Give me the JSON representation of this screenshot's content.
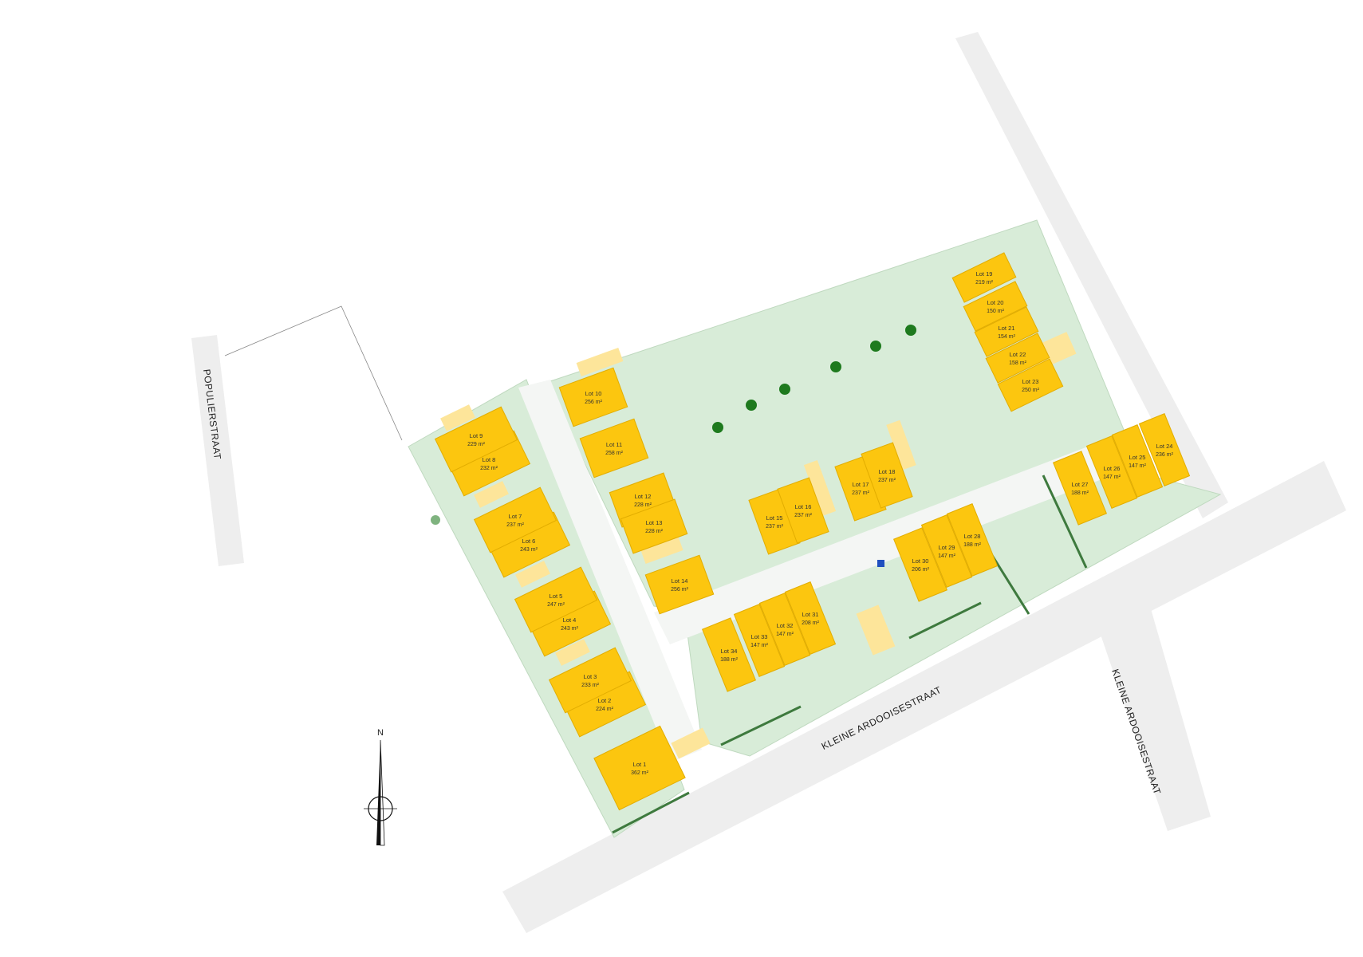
{
  "streets": [
    {
      "id": "populierstraat",
      "name": "POPULIERSTRAAT"
    },
    {
      "id": "kleine-ardooisestraat-main",
      "name": "KLEINE ARDOOISESTRAAT"
    },
    {
      "id": "kleine-ardooisestraat-side",
      "name": "KLEINE ARDOOISESTRAAT"
    }
  ],
  "compass": {
    "label": "N"
  },
  "lots": [
    {
      "name": "Lot 1",
      "area": "362 m²"
    },
    {
      "name": "Lot 2",
      "area": "224 m²"
    },
    {
      "name": "Lot 3",
      "area": "233 m²"
    },
    {
      "name": "Lot 4",
      "area": "243 m²"
    },
    {
      "name": "Lot 5",
      "area": "247 m²"
    },
    {
      "name": "Lot 6",
      "area": "243 m²"
    },
    {
      "name": "Lot 7",
      "area": "237 m²"
    },
    {
      "name": "Lot 8",
      "area": "232 m²"
    },
    {
      "name": "Lot 9",
      "area": "229 m²"
    },
    {
      "name": "Lot 10",
      "area": "256 m²"
    },
    {
      "name": "Lot 11",
      "area": "258 m²"
    },
    {
      "name": "Lot 12",
      "area": "228 m²"
    },
    {
      "name": "Lot 13",
      "area": "228 m²"
    },
    {
      "name": "Lot 14",
      "area": "256 m²"
    },
    {
      "name": "Lot 15",
      "area": "237 m²"
    },
    {
      "name": "Lot 16",
      "area": "237 m²"
    },
    {
      "name": "Lot 17",
      "area": "237 m²"
    },
    {
      "name": "Lot 18",
      "area": "237 m²"
    },
    {
      "name": "Lot 19",
      "area": "219 m²"
    },
    {
      "name": "Lot 20",
      "area": "150 m²"
    },
    {
      "name": "Lot 21",
      "area": "154 m²"
    },
    {
      "name": "Lot 22",
      "area": "158 m²"
    },
    {
      "name": "Lot 23",
      "area": "250 m²"
    },
    {
      "name": "Lot 24",
      "area": "236 m²"
    },
    {
      "name": "Lot 25",
      "area": "147 m²"
    },
    {
      "name": "Lot 26",
      "area": "147 m²"
    },
    {
      "name": "Lot 27",
      "area": "188 m²"
    },
    {
      "name": "Lot 28",
      "area": "188 m²"
    },
    {
      "name": "Lot 29",
      "area": "147 m²"
    },
    {
      "name": "Lot 30",
      "area": "206 m²"
    },
    {
      "name": "Lot 31",
      "area": "208 m²"
    },
    {
      "name": "Lot 32",
      "area": "147 m²"
    },
    {
      "name": "Lot 33",
      "area": "147 m²"
    },
    {
      "name": "Lot 34",
      "area": "188 m²"
    }
  ],
  "colors": {
    "lot": "#fcc60f",
    "yard": "#fde59a",
    "green_area": "#d8ecd8",
    "road": "#eeeeee",
    "hedge": "#3e7a3e",
    "tree": "#1e7a1e",
    "parking_sign": "#1f4fbf"
  }
}
